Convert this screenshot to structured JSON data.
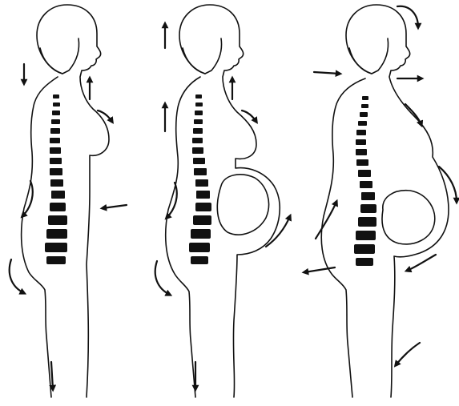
{
  "figure": {
    "panels": [
      {
        "id": "non-pregnant"
      },
      {
        "id": "mid-pregnancy"
      },
      {
        "id": "late-pregnancy"
      }
    ],
    "colors": {
      "ink": "#111111",
      "background": "#ffffff"
    }
  }
}
